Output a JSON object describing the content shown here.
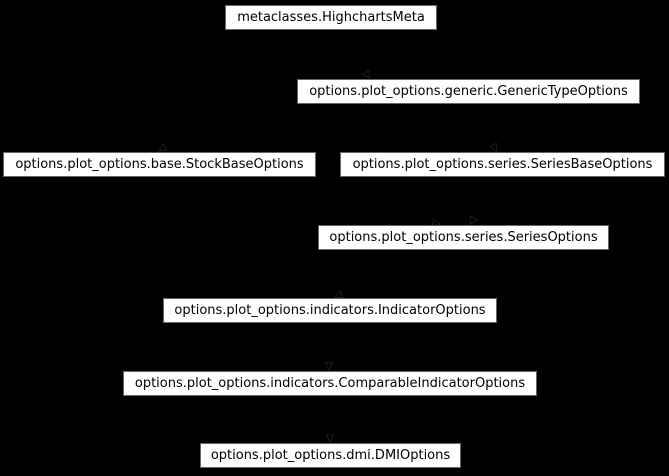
{
  "diagram": {
    "kind": "inheritance-diagram",
    "colors": {
      "background": "#000000",
      "node_fill": "#ffffff",
      "node_border": "#666666",
      "node_text": "#000000",
      "edge": "#000000",
      "arrowhead_hint": "#262626"
    },
    "nodes": [
      {
        "label": "metaclasses.HighchartsMeta"
      },
      {
        "label": "options.plot_options.generic.GenericTypeOptions"
      },
      {
        "label": "options.plot_options.base.StockBaseOptions"
      },
      {
        "label": "options.plot_options.series.SeriesBaseOptions"
      },
      {
        "label": "options.plot_options.series.SeriesOptions"
      },
      {
        "label": "options.plot_options.indicators.IndicatorOptions"
      },
      {
        "label": "options.plot_options.indicators.ComparableIndicatorOptions"
      },
      {
        "label": "options.plot_options.dmi.DMIOptions"
      }
    ],
    "edges": [
      {
        "from": "metaclasses.HighchartsMeta",
        "to": "options.plot_options.generic.GenericTypeOptions"
      },
      {
        "from": "metaclasses.HighchartsMeta",
        "to": "options.plot_options.base.StockBaseOptions"
      },
      {
        "from": "options.plot_options.generic.GenericTypeOptions",
        "to": "options.plot_options.series.SeriesBaseOptions"
      },
      {
        "from": "options.plot_options.base.StockBaseOptions",
        "to": "options.plot_options.series.SeriesOptions"
      },
      {
        "from": "options.plot_options.series.SeriesBaseOptions",
        "to": "options.plot_options.series.SeriesOptions"
      },
      {
        "from": "options.plot_options.series.SeriesOptions",
        "to": "options.plot_options.indicators.IndicatorOptions"
      },
      {
        "from": "options.plot_options.indicators.IndicatorOptions",
        "to": "options.plot_options.indicators.ComparableIndicatorOptions"
      },
      {
        "from": "options.plot_options.indicators.ComparableIndicatorOptions",
        "to": "options.plot_options.dmi.DMIOptions"
      }
    ]
  }
}
